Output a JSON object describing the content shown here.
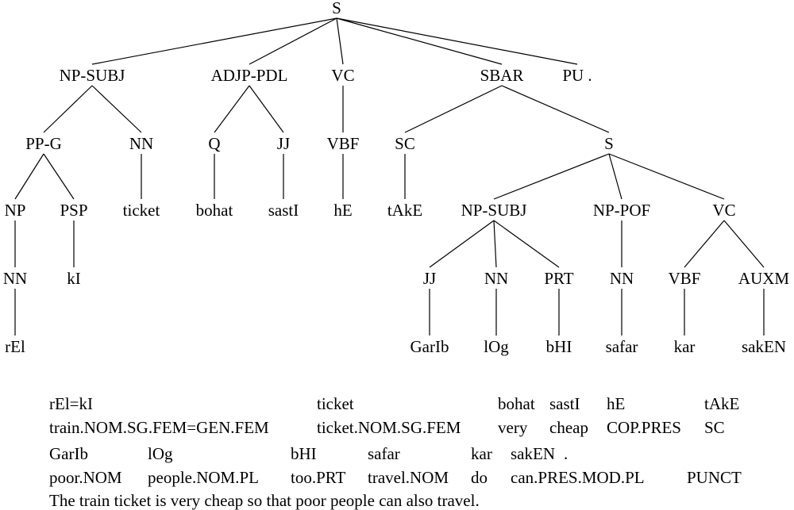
{
  "tree": {
    "nodes": [
      {
        "id": "S",
        "label": "S"
      },
      {
        "id": "NPSUBJ1",
        "label": "NP-SUBJ"
      },
      {
        "id": "ADJP",
        "label": "ADJP-PDL"
      },
      {
        "id": "VC1",
        "label": "VC"
      },
      {
        "id": "SBAR",
        "label": "SBAR"
      },
      {
        "id": "PU",
        "label": "PU ."
      },
      {
        "id": "PPG",
        "label": "PP-G"
      },
      {
        "id": "NN1",
        "label": "NN"
      },
      {
        "id": "Q",
        "label": "Q"
      },
      {
        "id": "JJ1",
        "label": "JJ"
      },
      {
        "id": "VBF1",
        "label": "VBF"
      },
      {
        "id": "SC",
        "label": "SC"
      },
      {
        "id": "S2",
        "label": "S"
      },
      {
        "id": "NP",
        "label": "NP"
      },
      {
        "id": "PSP",
        "label": "PSP"
      },
      {
        "id": "ticket",
        "label": "ticket"
      },
      {
        "id": "bohat",
        "label": "bohat"
      },
      {
        "id": "sastI",
        "label": "sastI"
      },
      {
        "id": "hE",
        "label": "hE"
      },
      {
        "id": "tAkE",
        "label": "tAkE"
      },
      {
        "id": "NPSUBJ2",
        "label": "NP-SUBJ"
      },
      {
        "id": "NPPOF",
        "label": "NP-POF"
      },
      {
        "id": "VC2",
        "label": "VC"
      },
      {
        "id": "NN2",
        "label": "NN"
      },
      {
        "id": "kI",
        "label": "kI"
      },
      {
        "id": "JJ2",
        "label": "JJ"
      },
      {
        "id": "NN3",
        "label": "NN"
      },
      {
        "id": "PRT",
        "label": "PRT"
      },
      {
        "id": "NN4",
        "label": "NN"
      },
      {
        "id": "VBF2",
        "label": "VBF"
      },
      {
        "id": "AUXM",
        "label": "AUXM"
      },
      {
        "id": "rEl",
        "label": "rEl"
      },
      {
        "id": "GarIb",
        "label": "GarIb"
      },
      {
        "id": "lOg",
        "label": "lOg"
      },
      {
        "id": "bHI",
        "label": "bHI"
      },
      {
        "id": "safar",
        "label": "safar"
      },
      {
        "id": "kar",
        "label": "kar"
      },
      {
        "id": "sakEN",
        "label": "sakEN"
      }
    ],
    "edges": [
      [
        "S",
        "NPSUBJ1"
      ],
      [
        "S",
        "ADJP"
      ],
      [
        "S",
        "VC1"
      ],
      [
        "S",
        "SBAR"
      ],
      [
        "S",
        "PU"
      ],
      [
        "NPSUBJ1",
        "PPG"
      ],
      [
        "NPSUBJ1",
        "NN1"
      ],
      [
        "ADJP",
        "Q"
      ],
      [
        "ADJP",
        "JJ1"
      ],
      [
        "VC1",
        "VBF1"
      ],
      [
        "SBAR",
        "SC"
      ],
      [
        "SBAR",
        "S2"
      ],
      [
        "PPG",
        "NP"
      ],
      [
        "PPG",
        "PSP"
      ],
      [
        "NN1",
        "ticket"
      ],
      [
        "Q",
        "bohat"
      ],
      [
        "JJ1",
        "sastI"
      ],
      [
        "VBF1",
        "hE"
      ],
      [
        "SC",
        "tAkE"
      ],
      [
        "S2",
        "NPSUBJ2"
      ],
      [
        "S2",
        "NPPOF"
      ],
      [
        "S2",
        "VC2"
      ],
      [
        "NP",
        "NN2"
      ],
      [
        "PSP",
        "kI"
      ],
      [
        "NPSUBJ2",
        "JJ2"
      ],
      [
        "NPSUBJ2",
        "NN3"
      ],
      [
        "NPSUBJ2",
        "PRT"
      ],
      [
        "NPPOF",
        "NN4"
      ],
      [
        "VC2",
        "VBF2"
      ],
      [
        "VC2",
        "AUXM"
      ],
      [
        "NN2",
        "rEl"
      ],
      [
        "JJ2",
        "GarIb"
      ],
      [
        "NN3",
        "lOg"
      ],
      [
        "PRT",
        "bHI"
      ],
      [
        "NN4",
        "safar"
      ],
      [
        "VBF2",
        "kar"
      ],
      [
        "AUXM",
        "sakEN"
      ]
    ]
  },
  "gloss": {
    "line1": [
      "rEl=kI",
      "ticket",
      "bohat",
      "sastI",
      "hE",
      "tAkE"
    ],
    "line2": [
      "train.NOM.SG.FEM=GEN.FEM",
      "ticket.NOM.SG.FEM",
      "very",
      "cheap",
      "COP.PRES",
      "SC"
    ],
    "line3": [
      "GarIb",
      "lOg",
      "bHI",
      "safar",
      "kar",
      "sakEN",
      "."
    ],
    "line4": [
      "poor.NOM",
      "people.NOM.PL",
      "too.PRT",
      "travel.NOM",
      "do",
      "can.PRES.MOD.PL",
      "PUNCT"
    ]
  },
  "translation": "The train ticket is very cheap so that poor people can also travel."
}
